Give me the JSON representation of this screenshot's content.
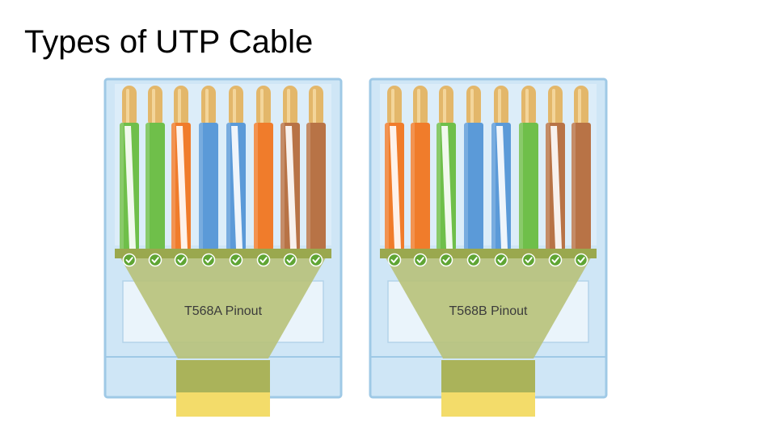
{
  "slide": {
    "title": "Types of UTP Cable"
  },
  "connectors": [
    {
      "label": "T568A Pinout",
      "wires": [
        {
          "color": "#6fbf4a",
          "striped": true
        },
        {
          "color": "#6fbf4a",
          "striped": false
        },
        {
          "color": "#f07c2b",
          "striped": true
        },
        {
          "color": "#5b9ad8",
          "striped": false
        },
        {
          "color": "#5b9ad8",
          "striped": true
        },
        {
          "color": "#f07c2b",
          "striped": false
        },
        {
          "color": "#b87346",
          "striped": true
        },
        {
          "color": "#b87346",
          "striped": false
        }
      ]
    },
    {
      "label": "T568B Pinout",
      "wires": [
        {
          "color": "#f07c2b",
          "striped": true
        },
        {
          "color": "#f07c2b",
          "striped": false
        },
        {
          "color": "#6fbf4a",
          "striped": true
        },
        {
          "color": "#5b9ad8",
          "striped": false
        },
        {
          "color": "#5b9ad8",
          "striped": true
        },
        {
          "color": "#6fbf4a",
          "striped": false
        },
        {
          "color": "#b87346",
          "striped": true
        },
        {
          "color": "#b87346",
          "striped": false
        }
      ]
    }
  ],
  "icons": {
    "pin_contact": "check-icon"
  },
  "colors": {
    "housing": "#cfe6f6",
    "housing_edge": "#9fc9e6",
    "contact_strip": "#9aa84e",
    "contact": "#5fa533",
    "funnel": "#b9c27c",
    "jacket": "#aab35a",
    "cable": "#f3dc6a",
    "copper": "#e3b76a"
  }
}
